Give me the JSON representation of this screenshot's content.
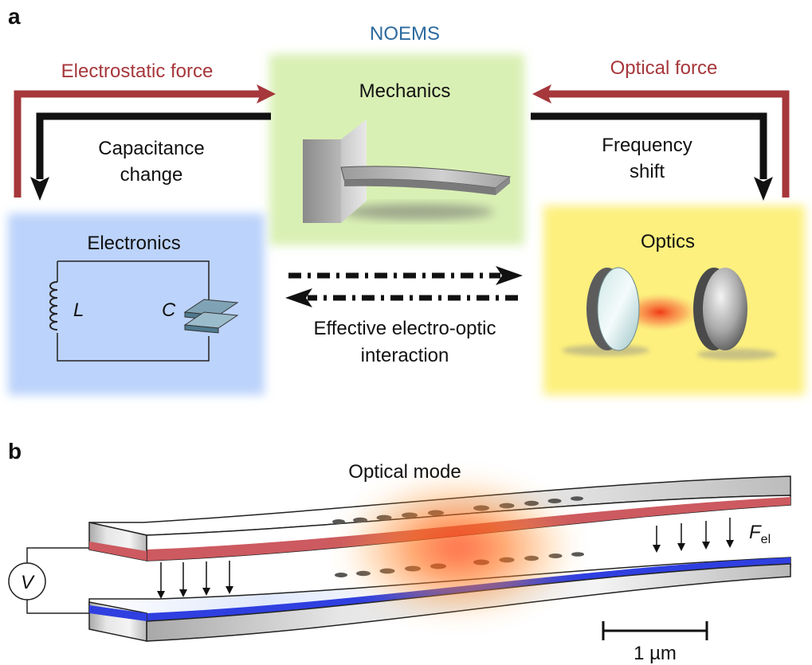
{
  "panel_a": {
    "letter": "a",
    "header": "NOEMS",
    "mechanics": "Mechanics",
    "electronics": "Electronics",
    "optics": "Optics",
    "electrostatic_force": "Electrostatic force",
    "optical_force": "Optical force",
    "capacitance_change": [
      "Capacitance",
      "change"
    ],
    "frequency_shift": [
      "Frequency",
      "shift"
    ],
    "inductor": "L",
    "capacitor": "C",
    "interaction": [
      "Effective electro-optic",
      "interaction"
    ]
  },
  "panel_b": {
    "letter": "b",
    "optical_mode": "Optical mode",
    "force_symbol": "F",
    "force_subscript": "el",
    "voltage": "V",
    "scale_bar": "1 µm"
  },
  "colors": {
    "force_arrow": "#a6373b",
    "signal_arrow": "#111111",
    "header_text": "#2c6a9e",
    "electronics_box": "#bcd3fb",
    "optics_box": "#fdf07e",
    "mechanics_box": "#d9f0b4",
    "top_electrode": "#cc5a60",
    "bottom_electrode": "#2f3fe0"
  }
}
